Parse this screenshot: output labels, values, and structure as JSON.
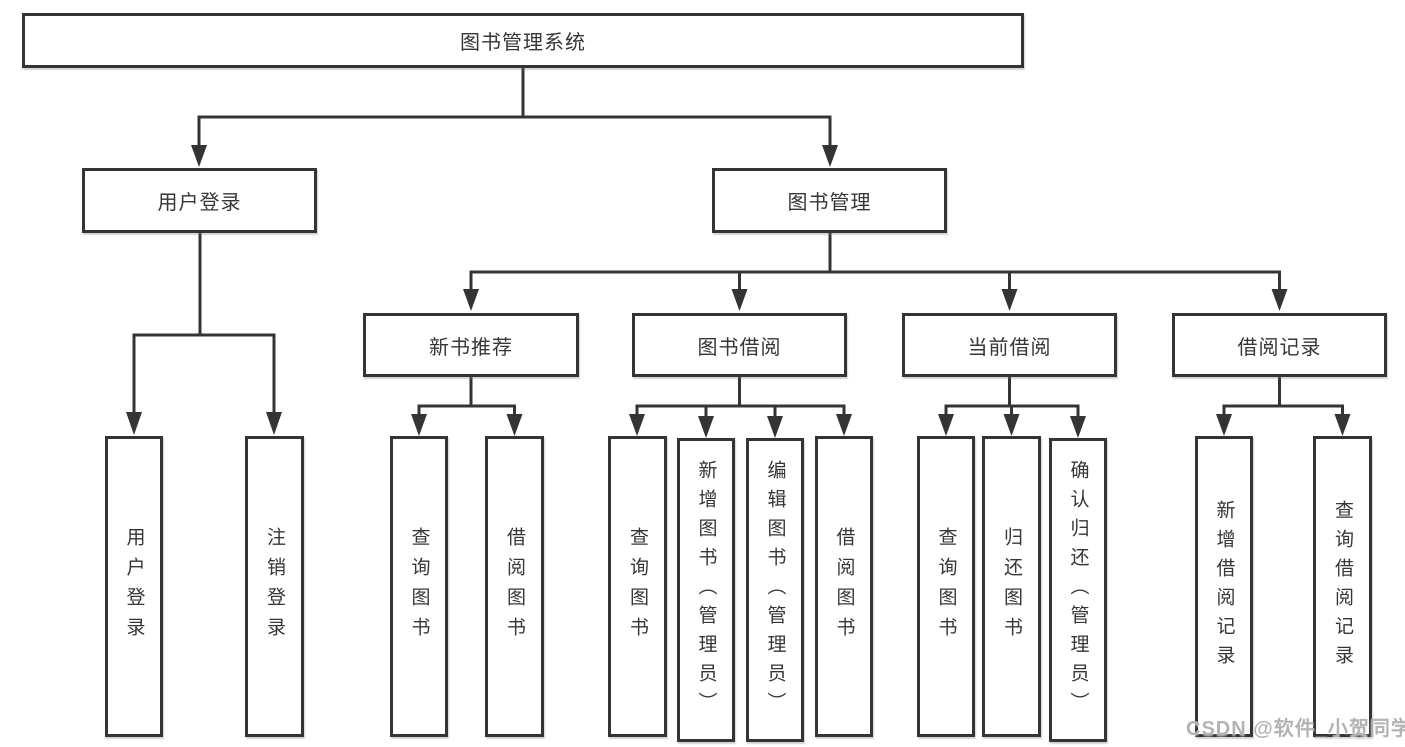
{
  "watermark": "CSDN @软件_小贺同学",
  "colors": {
    "line": "#343434",
    "text": "#363636",
    "box_background": "#ffffff",
    "watermark_gray": "#b3b3b3"
  },
  "tree": {
    "root": "图书管理系统",
    "branches": [
      {
        "label": "用户登录",
        "children": [
          "用户登录",
          "注销登录"
        ]
      },
      {
        "label": "图书管理",
        "groups": [
          {
            "label": "新书推荐",
            "children": [
              "查询图书",
              "借阅图书"
            ]
          },
          {
            "label": "图书借阅",
            "children": [
              "查询图书",
              "新增图书（管理员）",
              "编辑图书（管理员）",
              "借阅图书"
            ]
          },
          {
            "label": "当前借阅",
            "children": [
              "查询图书",
              "归还图书",
              "确认归还（管理员）"
            ]
          },
          {
            "label": "借阅记录",
            "children": [
              "新增借阅记录",
              "查询借阅记录"
            ]
          }
        ]
      }
    ]
  }
}
